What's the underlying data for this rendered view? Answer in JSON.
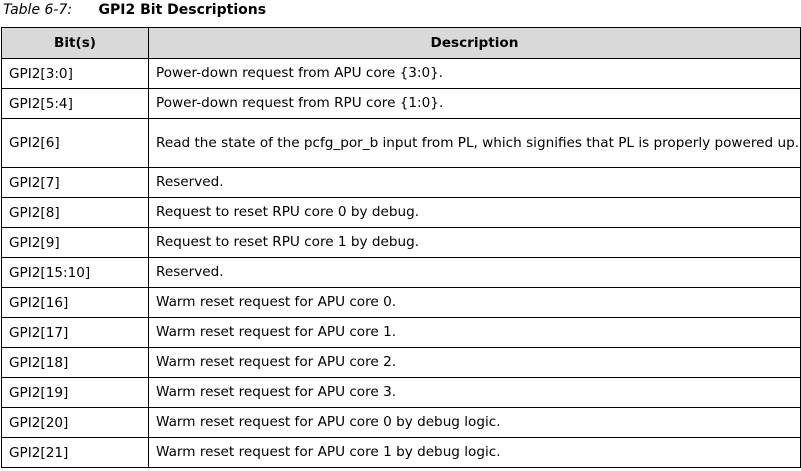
{
  "caption": {
    "number": "Table 6-7:",
    "title": "GPI2 Bit Descriptions"
  },
  "table": {
    "headers": [
      "Bit(s)",
      "Description"
    ],
    "rows": [
      {
        "bits": "GPI2[3:0]",
        "description": "Power-down request from APU core {3:0}."
      },
      {
        "bits": "GPI2[5:4]",
        "description": "Power-down request from RPU core {1:0}."
      },
      {
        "bits": "GPI2[6]",
        "description": "Read the state of the pcfg_por_b input from PL, which signifies that PL is properly powered up."
      },
      {
        "bits": "GPI2[7]",
        "description": "Reserved."
      },
      {
        "bits": "GPI2[8]",
        "description": "Request to reset RPU core 0 by debug."
      },
      {
        "bits": "GPI2[9]",
        "description": "Request to reset RPU core 1 by debug."
      },
      {
        "bits": "GPI2[15:10]",
        "description": "Reserved."
      },
      {
        "bits": "GPI2[16]",
        "description": "Warm reset request for APU core 0."
      },
      {
        "bits": "GPI2[17]",
        "description": "Warm reset request for APU core 1."
      },
      {
        "bits": "GPI2[18]",
        "description": "Warm reset request for APU core 2."
      },
      {
        "bits": "GPI2[19]",
        "description": "Warm reset request for APU core 3."
      },
      {
        "bits": "GPI2[20]",
        "description": "Warm reset request for APU core 0 by debug logic."
      },
      {
        "bits": "GPI2[21]",
        "description": "Warm reset request for APU core 1 by debug logic."
      }
    ]
  },
  "colors": {
    "header_background": "#d9d9d9",
    "border": "#000000",
    "text": "#000000"
  }
}
